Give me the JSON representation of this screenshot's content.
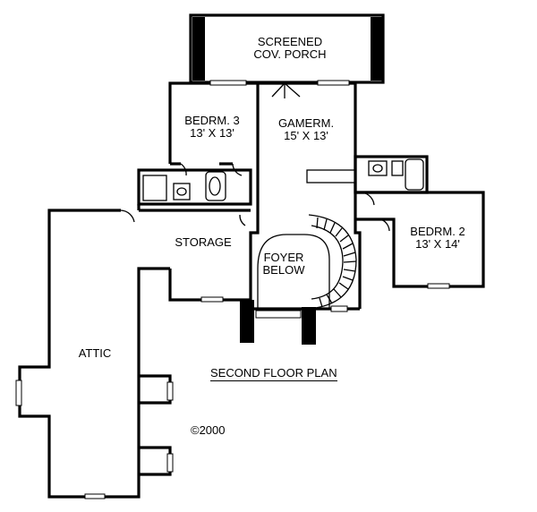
{
  "plan": {
    "title": "SECOND FLOOR PLAN",
    "copyright": "©2000"
  },
  "rooms": {
    "screened_porch": {
      "name_line1": "SCREENED",
      "name_line2": "COV. PORCH"
    },
    "bedroom_3": {
      "name": "BEDRM. 3",
      "dims": "13' X 13'"
    },
    "game_room": {
      "name": "GAMERM.",
      "dims": "15' X 13'"
    },
    "bedroom_2": {
      "name": "BEDRM. 2",
      "dims": "13' X 14'"
    },
    "storage": {
      "name": "STORAGE"
    },
    "foyer": {
      "name_line1": "FOYER",
      "name_line2": "BELOW"
    },
    "attic": {
      "name": "ATTIC"
    }
  }
}
